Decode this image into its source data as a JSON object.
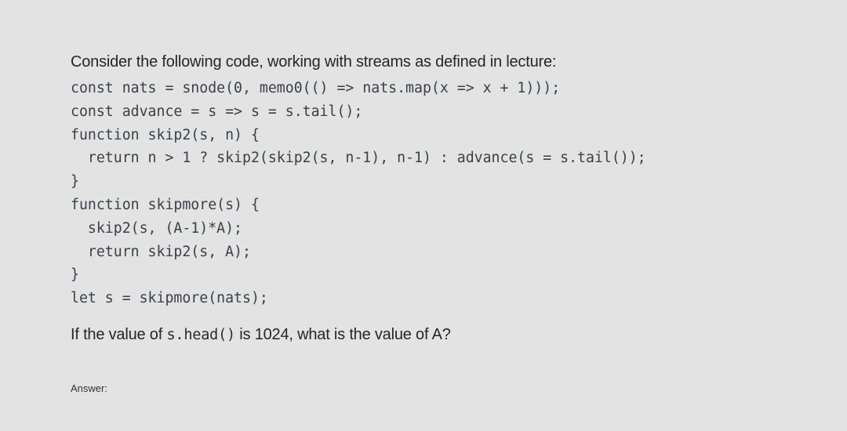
{
  "intro": "Consider the following code, working with streams as defined in lecture:",
  "code_lines": [
    "const nats = snode(0, memo0(() => nats.map(x => x + 1)));",
    "const advance = s => s = s.tail();",
    "function skip2(s, n) {",
    "  return n > 1 ? skip2(skip2(s, n-1), n-1) : advance(s = s.tail());",
    "}",
    "function skipmore(s) {",
    "  skip2(s, (A-1)*A);",
    "  return skip2(s, A);",
    "}",
    "let s = skipmore(nats);"
  ],
  "question": {
    "prefix": "If the value of ",
    "code": "s.head()",
    "suffix": " is 1024, what is the value of A?"
  },
  "answer_label": "Answer:"
}
